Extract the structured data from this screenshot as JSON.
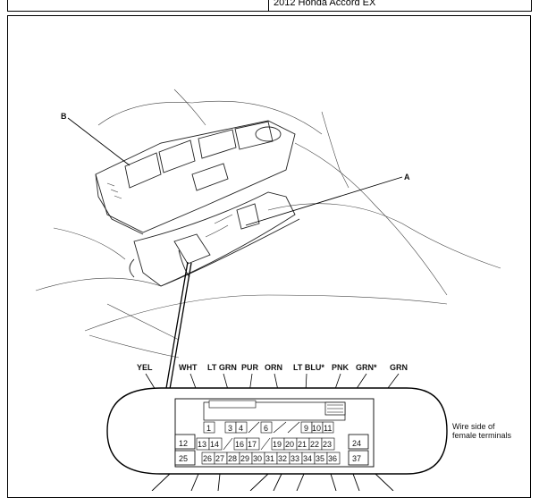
{
  "header": {
    "vehicle": "2012 Honda Accord EX"
  },
  "callouts": {
    "b": "B",
    "a": "A"
  },
  "wire_colors": {
    "yel": "YEL",
    "wht": "WHT",
    "lt_grn": "LT GRN",
    "pur": "PUR",
    "orn": "ORN",
    "lt_blu": "LT BLU*",
    "pnk": "PNK",
    "grn_star": "GRN*",
    "grn": "GRN"
  },
  "connector": {
    "side_label_line1": "Wire side of",
    "side_label_line2": "female terminals",
    "row1": [
      "1",
      "3",
      "4",
      "6",
      "9",
      "10",
      "11"
    ],
    "row2": [
      "12",
      "13",
      "14",
      "16",
      "17",
      "19",
      "20",
      "21",
      "22",
      "23",
      "24"
    ],
    "row3": [
      "25",
      "26",
      "27",
      "28",
      "29",
      "30",
      "31",
      "32",
      "33",
      "34",
      "35",
      "36",
      "37"
    ]
  }
}
